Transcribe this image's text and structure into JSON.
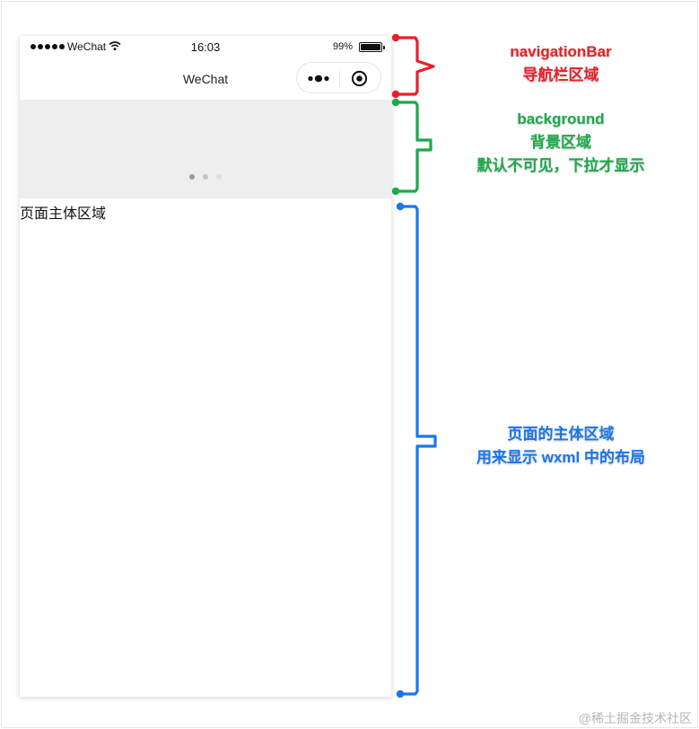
{
  "phone": {
    "status_bar": {
      "carrier": "WeChat",
      "time": "16:03",
      "battery_percent": "99%",
      "battery_level": 0.99
    },
    "navigation_bar": {
      "title": "WeChat"
    },
    "background": {
      "dots_active_index": 0,
      "dot_colors": [
        "#999999",
        "#c4c4c4",
        "#dedede"
      ]
    },
    "page_body": {
      "text": "页面主体区域"
    }
  },
  "annotations": {
    "navigation_bar": {
      "color": "#e8202a",
      "lines": [
        "navigationBar",
        "导航栏区域"
      ]
    },
    "background": {
      "color": "#1ca94a",
      "lines": [
        "background",
        "背景区域",
        "默认不可见，下拉才显示"
      ]
    },
    "page_body": {
      "color": "#1a76e8",
      "lines": [
        "页面的主体区域",
        "用来显示 wxml 中的布局"
      ]
    }
  },
  "watermark": "@稀土掘金技术社区"
}
